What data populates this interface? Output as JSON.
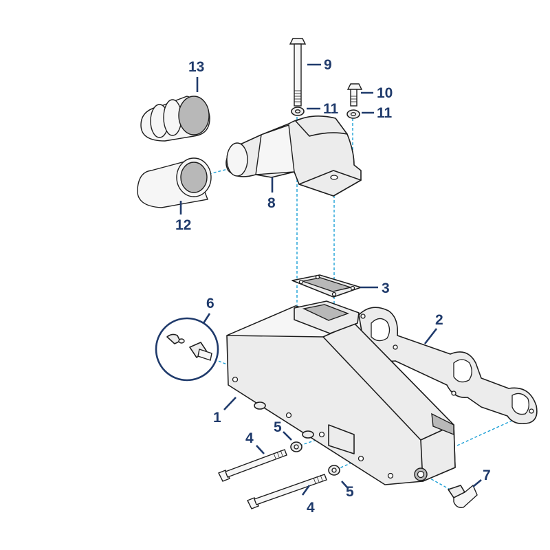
{
  "diagram": {
    "callouts": [
      {
        "id": "1",
        "text": "1"
      },
      {
        "id": "2",
        "text": "2"
      },
      {
        "id": "3",
        "text": "3"
      },
      {
        "id": "4a",
        "text": "4"
      },
      {
        "id": "4b",
        "text": "4"
      },
      {
        "id": "5a",
        "text": "5"
      },
      {
        "id": "5b",
        "text": "5"
      },
      {
        "id": "6",
        "text": "6"
      },
      {
        "id": "7",
        "text": "7"
      },
      {
        "id": "8",
        "text": "8"
      },
      {
        "id": "9",
        "text": "9"
      },
      {
        "id": "10",
        "text": "10"
      },
      {
        "id": "11a",
        "text": "11"
      },
      {
        "id": "11b",
        "text": "11"
      },
      {
        "id": "12",
        "text": "12"
      },
      {
        "id": "13",
        "text": "13"
      }
    ],
    "colors": {
      "callout": "#1f3a6b",
      "guide": "#1a9fd6",
      "outline": "#1e1e1e",
      "fill": "#ececec"
    }
  }
}
